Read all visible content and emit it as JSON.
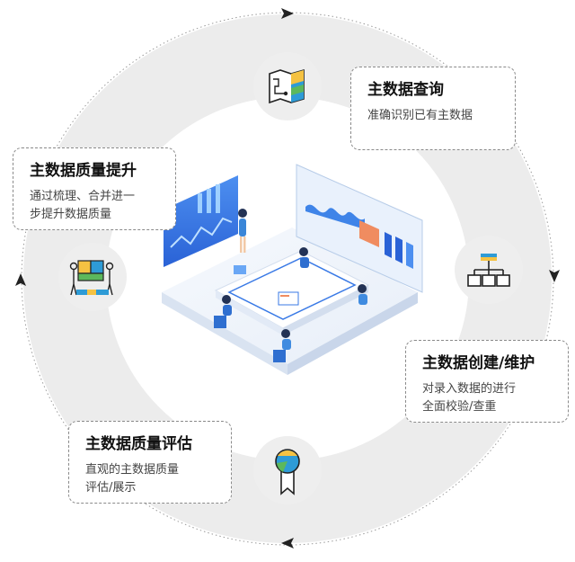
{
  "cards": [
    {
      "id": "query",
      "title": "主数据查询",
      "desc": [
        "准确识别已有主数据"
      ]
    },
    {
      "id": "create",
      "title": "主数据创建/维护",
      "desc": [
        "对录入数据的进行",
        "全面校验/查重"
      ]
    },
    {
      "id": "assess",
      "title": "主数据质量评估",
      "desc": [
        "直观的主数据质量",
        "评估/展示"
      ]
    },
    {
      "id": "improve",
      "title": "主数据质量提升",
      "desc": [
        "通过梳理、合并进一",
        "步提升数据质量"
      ]
    }
  ],
  "icons": [
    "map-icon",
    "hierarchy-icon",
    "award-ribbon-icon",
    "team-puzzle-icon"
  ]
}
